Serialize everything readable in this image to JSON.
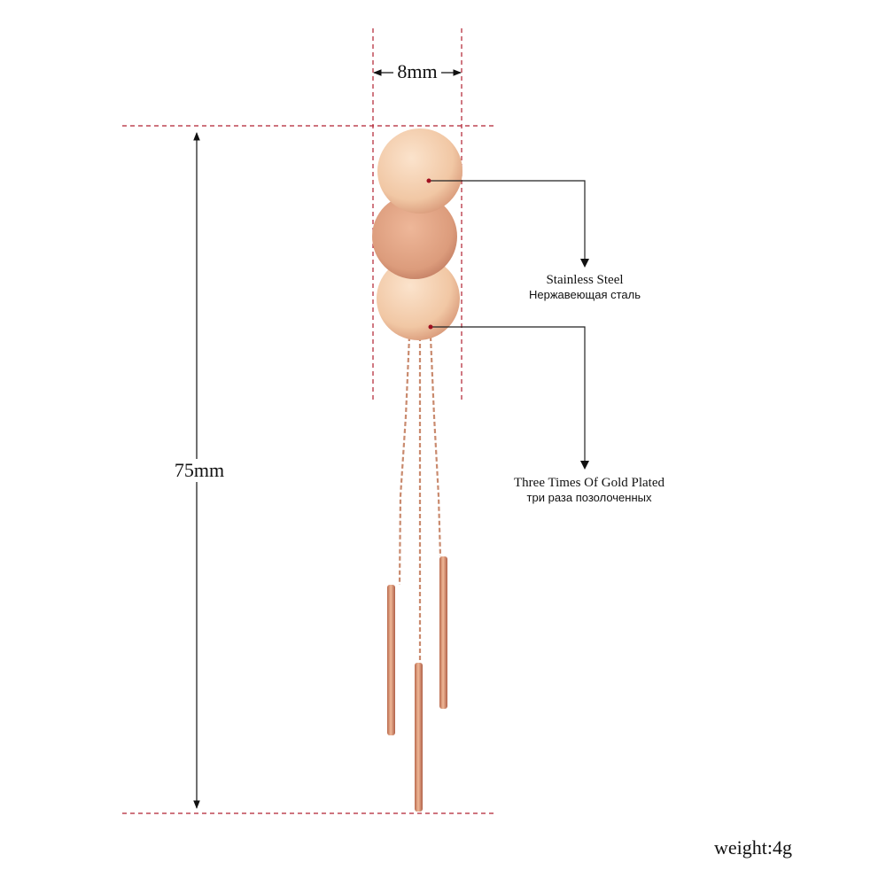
{
  "dimensions": {
    "width": "8mm",
    "length": "75mm"
  },
  "callouts": {
    "material": {
      "label_en": "Stainless Steel",
      "label_ru": "Нержавеющая сталь"
    },
    "plating": {
      "label_en": "Three Times Of Gold Plated",
      "label_ru": "три раза позолоченных"
    }
  },
  "weight": "weight:4g",
  "colors": {
    "guide_line": "#b02030",
    "rose_gold_light": "#f4cfae",
    "rose_gold_mid": "#e2a384",
    "rose_gold_dark": "#b86e52",
    "callout_line": "#222222",
    "marker_dot": "#a01020"
  }
}
